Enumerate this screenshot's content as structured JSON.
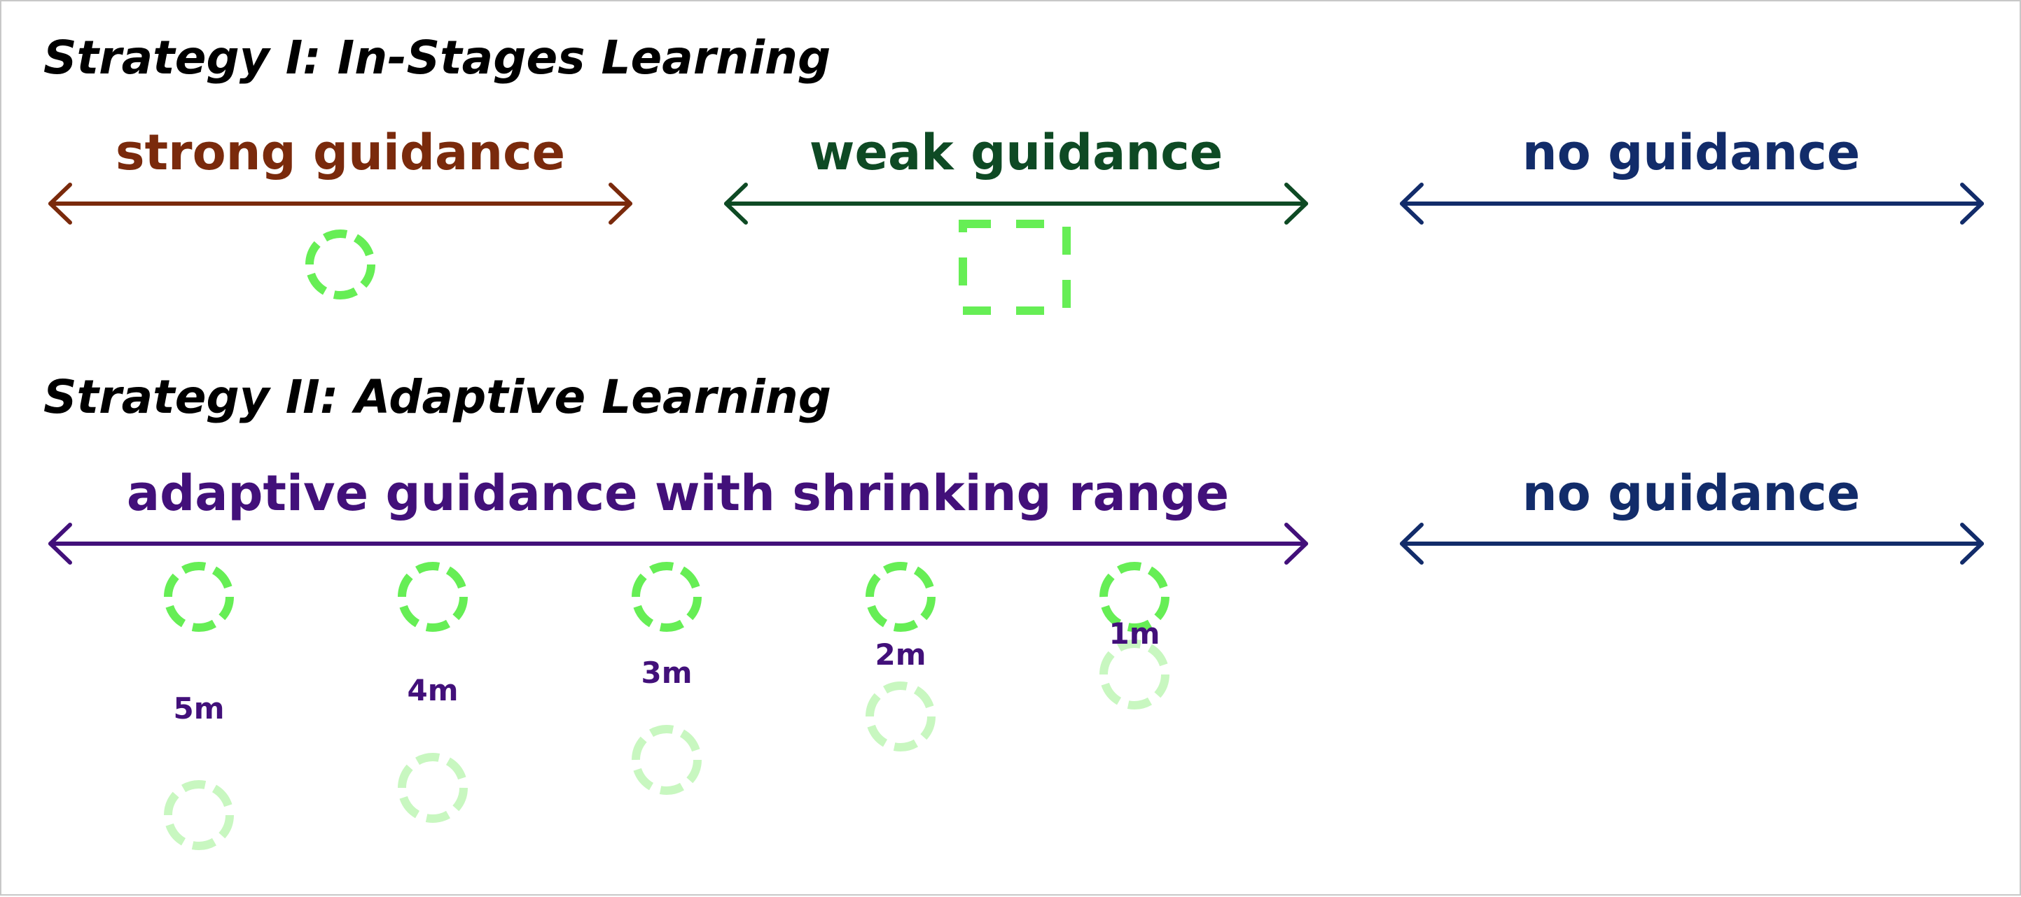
{
  "strategy1": {
    "title": "Strategy I: In-Stages Learning",
    "stages": [
      {
        "label": "strong guidance",
        "color": "#7a2a0c"
      },
      {
        "label": "weak guidance",
        "color": "#0e4a24"
      },
      {
        "label": "no guidance",
        "color": "#122c6a"
      }
    ]
  },
  "strategy2": {
    "title": "Strategy II: Adaptive Learning",
    "stages": [
      {
        "label": "adaptive guidance with shrinking range",
        "color": "#42107a"
      },
      {
        "label": "no guidance",
        "color": "#122c6a"
      }
    ],
    "ranges": [
      "5m",
      "4m",
      "3m",
      "2m",
      "1m"
    ]
  },
  "colors": {
    "target_marker": "#66ee55",
    "faded_marker": "#c8f7c0",
    "heading": "#000000"
  }
}
